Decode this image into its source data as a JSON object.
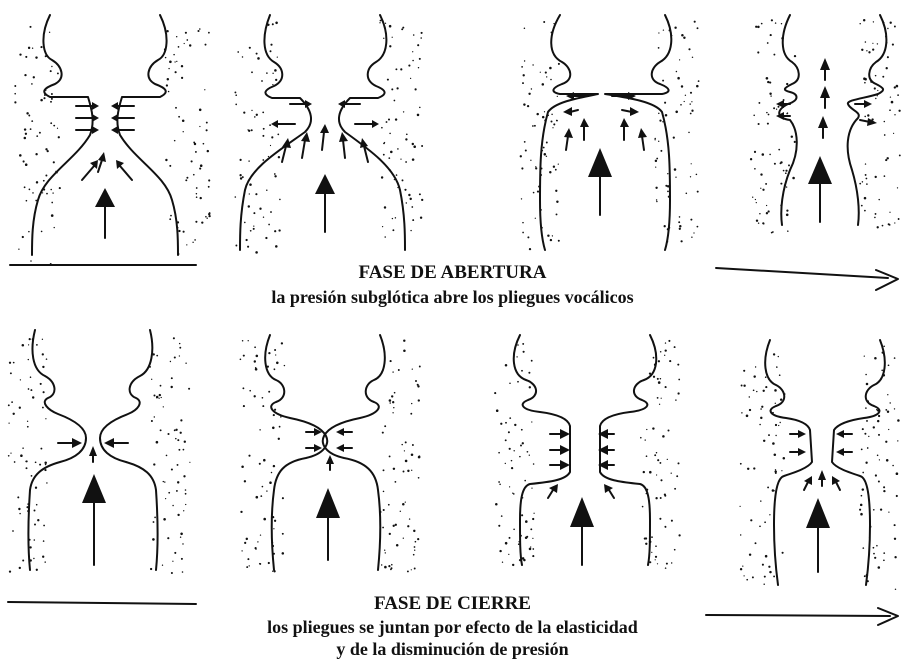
{
  "opening": {
    "title": "FASE DE ABERTURA",
    "lines": [
      "la presión subglótica abre los pliegues vocálicos"
    ],
    "frames": [
      {
        "id": "open-1"
      },
      {
        "id": "open-2"
      },
      {
        "id": "open-3"
      },
      {
        "id": "open-4"
      }
    ]
  },
  "closing": {
    "title": "FASE DE CIERRE",
    "lines": [
      "los pliegues se juntan por efecto de la elasticidad",
      "y de la disminución de presión"
    ],
    "frames": [
      {
        "id": "close-1"
      },
      {
        "id": "close-2"
      },
      {
        "id": "close-3"
      },
      {
        "id": "close-4"
      }
    ]
  },
  "colors": {
    "ink": "#111111",
    "paper": "#ffffff"
  }
}
